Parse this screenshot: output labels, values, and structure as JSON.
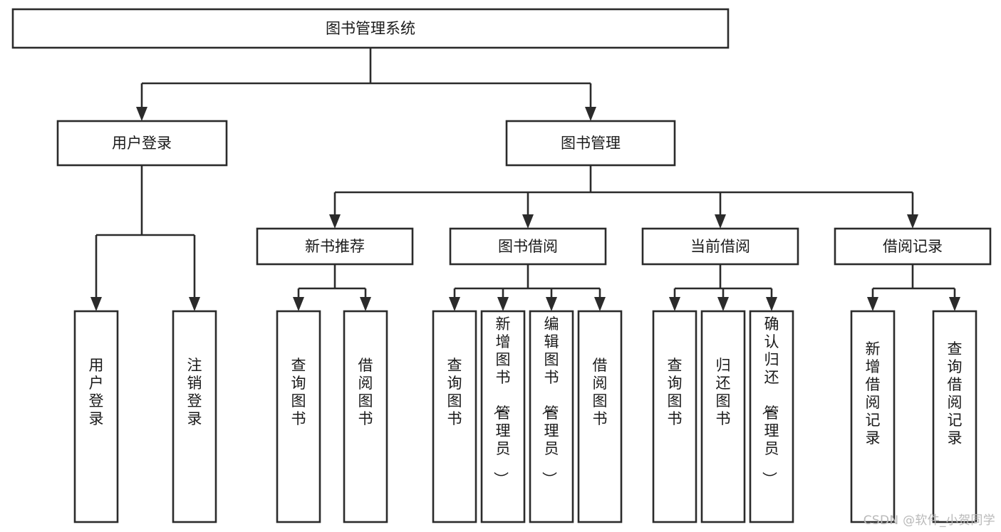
{
  "diagram": {
    "type": "tree-hierarchy-diagram",
    "title": "图书管理系统",
    "background_color": "#ffffff",
    "box_stroke_color": "#2b2b2b",
    "box_fill_color": "#ffffff",
    "text_color": "#1a1a1a",
    "levels": 4,
    "root": {
      "id": "root",
      "label": "图书管理系统",
      "orientation": "horizontal"
    },
    "level2": [
      {
        "id": "user-login",
        "label": "用户登录",
        "orientation": "horizontal"
      },
      {
        "id": "book-management",
        "label": "图书管理",
        "orientation": "horizontal"
      }
    ],
    "level3": [
      {
        "id": "new-book-recommend",
        "label": "新书推荐",
        "orientation": "horizontal",
        "parent": "book-management"
      },
      {
        "id": "book-borrow",
        "label": "图书借阅",
        "orientation": "horizontal",
        "parent": "book-management"
      },
      {
        "id": "current-borrow",
        "label": "当前借阅",
        "orientation": "horizontal",
        "parent": "book-management"
      },
      {
        "id": "borrow-record",
        "label": "借阅记录",
        "orientation": "horizontal",
        "parent": "book-management"
      }
    ],
    "leaves": [
      {
        "id": "leaf-user-login",
        "label": "用户登录",
        "orientation": "vertical",
        "parent": "user-login"
      },
      {
        "id": "leaf-user-logout",
        "label": "注销登录",
        "orientation": "vertical",
        "parent": "user-login"
      },
      {
        "id": "leaf-query-book-1",
        "label": "查询图书",
        "orientation": "vertical",
        "parent": "new-book-recommend"
      },
      {
        "id": "leaf-borrow-book-1",
        "label": "借阅图书",
        "orientation": "vertical",
        "parent": "new-book-recommend"
      },
      {
        "id": "leaf-query-book-2",
        "label": "查询图书",
        "orientation": "vertical",
        "parent": "book-borrow"
      },
      {
        "id": "leaf-add-book",
        "label": "新增图书（管理员）",
        "orientation": "vertical",
        "parent": "book-borrow"
      },
      {
        "id": "leaf-edit-book",
        "label": "编辑图书（管理员）",
        "orientation": "vertical",
        "parent": "book-borrow"
      },
      {
        "id": "leaf-borrow-book-2",
        "label": "借阅图书",
        "orientation": "vertical",
        "parent": "book-borrow"
      },
      {
        "id": "leaf-query-book-3",
        "label": "查询图书",
        "orientation": "vertical",
        "parent": "current-borrow"
      },
      {
        "id": "leaf-return-book",
        "label": "归还图书",
        "orientation": "vertical",
        "parent": "current-borrow"
      },
      {
        "id": "leaf-confirm-return",
        "label": "确认归还（管理员）",
        "orientation": "vertical",
        "parent": "current-borrow"
      },
      {
        "id": "leaf-add-record",
        "label": "新增借阅记录",
        "orientation": "vertical",
        "parent": "borrow-record"
      },
      {
        "id": "leaf-query-record",
        "label": "查询借阅记录",
        "orientation": "vertical",
        "parent": "borrow-record"
      }
    ]
  },
  "watermark": {
    "text": "CSDN @软件_小贺同学",
    "color": "#b9b9b9"
  }
}
